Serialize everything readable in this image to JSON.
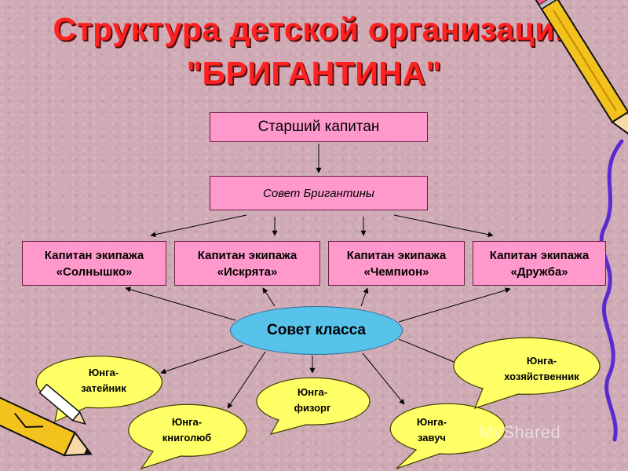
{
  "title": {
    "line1": "Структура детской организации",
    "line2": "\"БРИГАНТИНА\""
  },
  "nodes": {
    "senior_captain": "Старший капитан",
    "brigantine_council": "Совет  Бригантины",
    "crews": [
      {
        "line1": "Капитан экипажа",
        "line2": "«Солнышко»"
      },
      {
        "line1": "Капитан экипажа",
        "line2": "«Искрята»"
      },
      {
        "line1": "Капитан экипажа",
        "line2": "«Чемпион»"
      },
      {
        "line1": "Капитан экипажа",
        "line2": "«Дружба»"
      }
    ],
    "class_council": "Совет класса",
    "cabin_boys": [
      {
        "line1": "Юнга-",
        "line2": "затейник"
      },
      {
        "line1": "Юнга-",
        "line2": "книголюб"
      },
      {
        "line1": "Юнга-",
        "line2": "физорг"
      },
      {
        "line1": "Юнга-",
        "line2": "завуч"
      },
      {
        "line1": "Юнга-",
        "line2": "хозяйственник"
      }
    ]
  },
  "watermark": "MyShared",
  "colors": {
    "background": "#cfaab5",
    "title": "#ff2020",
    "box_fill": "#ff99cc",
    "oval_fill": "#58c3ea",
    "bubble_fill": "#ffff66"
  },
  "decorations": [
    "pencil-icon",
    "pencil-icon"
  ]
}
